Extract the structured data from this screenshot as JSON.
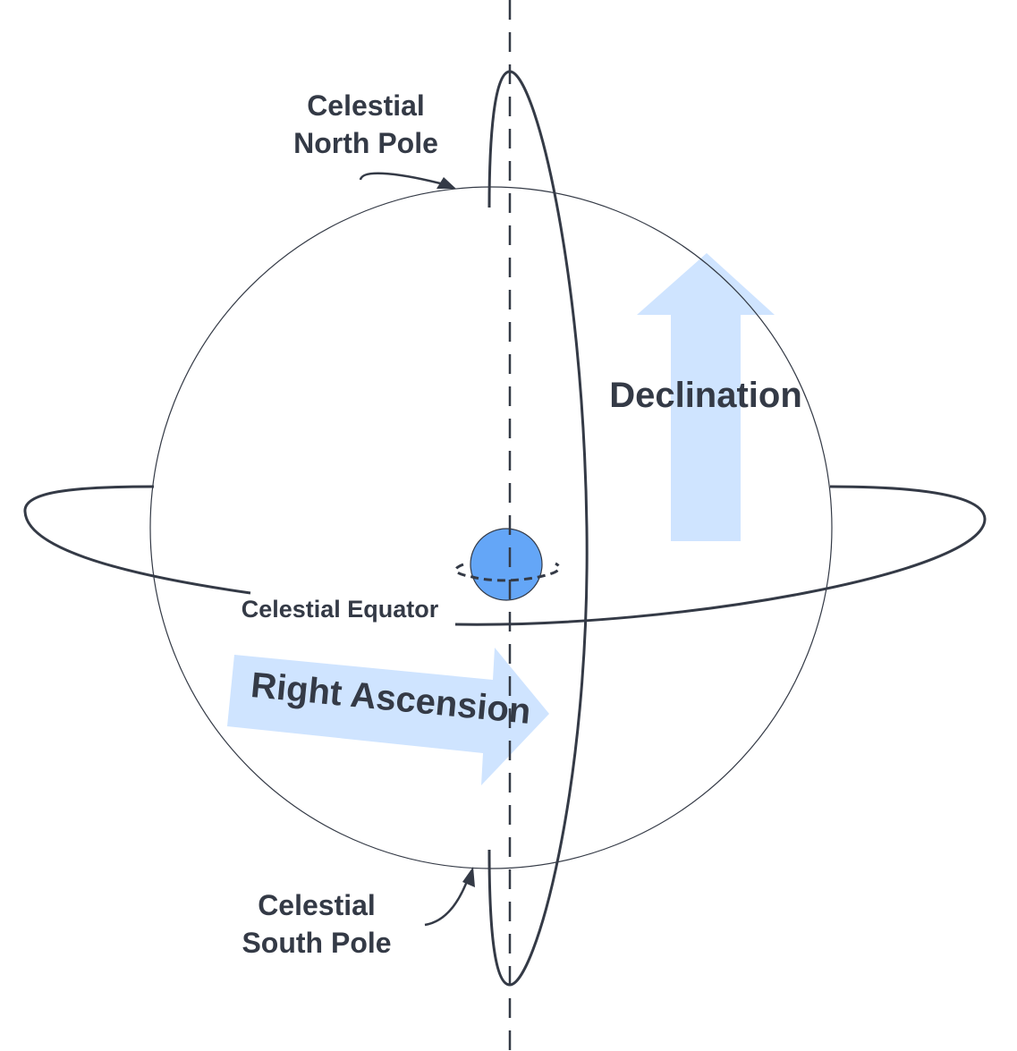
{
  "labels": {
    "north_pole_line1": "Celestial",
    "north_pole_line2": "North Pole",
    "south_pole_line1": "Celestial",
    "south_pole_line2": "South Pole",
    "equator": "Celestial Equator",
    "declination": "Declination",
    "right_ascension": "Right Ascension"
  },
  "colors": {
    "line": "#343a46",
    "arrow_fill": "#cfe4ff",
    "earth_fill": "#64a6f7"
  }
}
